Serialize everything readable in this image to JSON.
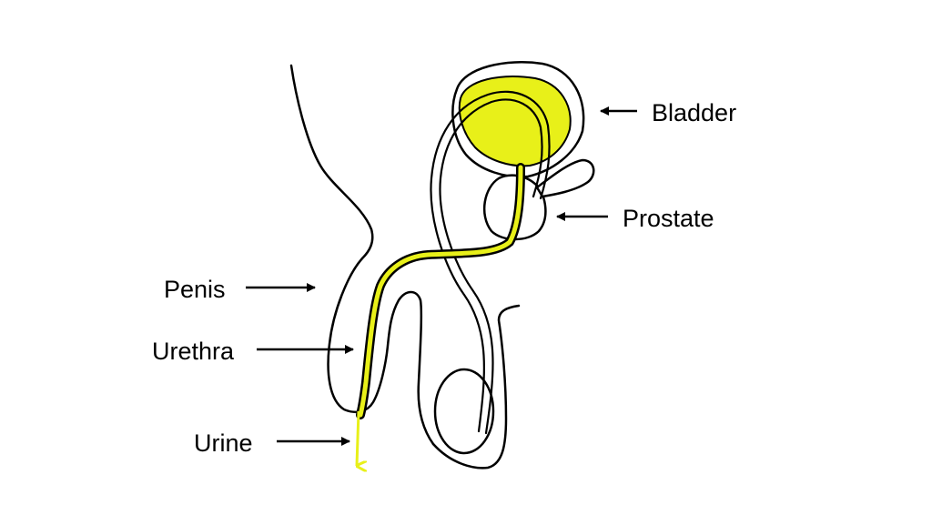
{
  "labels": {
    "bladder": "Bladder",
    "prostate": "Prostate",
    "penis": "Penis",
    "urethra": "Urethra",
    "urine": "Urine"
  },
  "colors": {
    "highlight": "#e8f019",
    "outline": "#000000",
    "background": "#ffffff"
  }
}
